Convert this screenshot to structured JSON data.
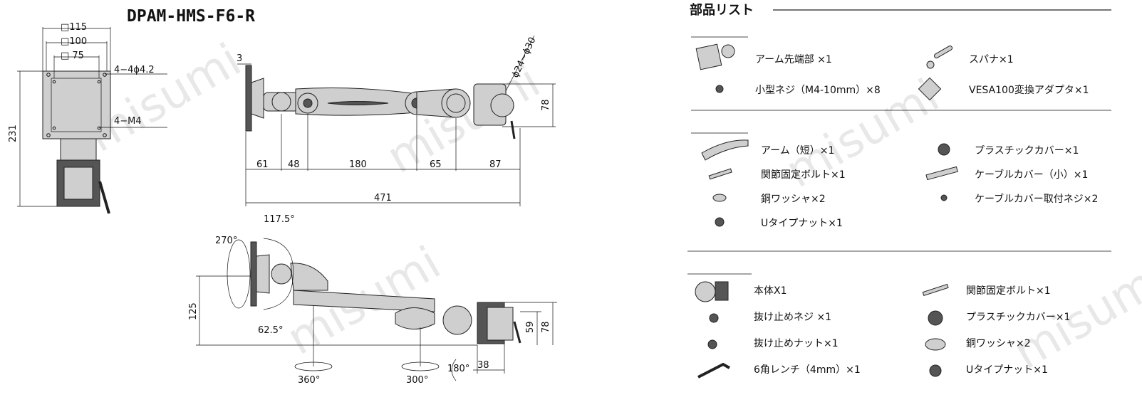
{
  "model_title": "DPAM-HMS-F6-R",
  "front_view": {
    "dims": {
      "sq115": "□115",
      "sq100": "□100",
      "sq75": "□ 75",
      "holes": "4−4ϕ4.2",
      "screws": "4−M4",
      "height": "231"
    }
  },
  "top_view": {
    "dims": {
      "plate": "3",
      "d61": "61",
      "d48": "48",
      "d180": "180",
      "d65": "65",
      "d87": "87",
      "total": "471",
      "pole": "ϕ24∼ϕ30",
      "d78": "78"
    }
  },
  "side_view": {
    "dims": {
      "a1175": "117.5°",
      "a270": "270°",
      "a625": "62.5°",
      "h125": "125",
      "h59": "59",
      "h78": "78",
      "a360": "360°",
      "a300": "300°",
      "a180": "180°",
      "w38": "38"
    }
  },
  "parts_list": {
    "heading": "部品リスト",
    "section1": [
      {
        "label": "アーム先端部 ×1",
        "icon": "arm-tip-icon"
      },
      {
        "label": "スパナ×1",
        "icon": "spanner-icon"
      },
      {
        "label": "小型ネジ（M4-10mm）×8",
        "icon": "small-screw-icon"
      },
      {
        "label": "VESA100変換アダプタ×1",
        "icon": "vesa-adapter-icon"
      }
    ],
    "section2": [
      {
        "label": "アーム（短）×1",
        "icon": "short-arm-icon"
      },
      {
        "label": "プラスチックカバー×1",
        "icon": "plastic-cover-icon"
      },
      {
        "label": "関節固定ボルト×1",
        "icon": "joint-bolt-icon"
      },
      {
        "label": "ケーブルカバー（小）×1",
        "icon": "cable-cover-icon"
      },
      {
        "label": "銅ワッシャ×2",
        "icon": "copper-washer-icon"
      },
      {
        "label": "ケーブルカバー取付ネジ×2",
        "icon": "cable-cover-screw-icon"
      },
      {
        "label": "Uタイプナット×1",
        "icon": "u-nut-icon"
      }
    ],
    "section3": [
      {
        "label": "本体X1",
        "icon": "main-body-icon"
      },
      {
        "label": "関節固定ボルト×1",
        "icon": "joint-bolt-icon"
      },
      {
        "label": "抜け止めネジ ×1",
        "icon": "retaining-screw-icon"
      },
      {
        "label": "プラスチックカバー×1",
        "icon": "plastic-cover-icon"
      },
      {
        "label": "抜け止めナット×1",
        "icon": "retaining-nut-icon"
      },
      {
        "label": "銅ワッシャ×2",
        "icon": "copper-washer-icon"
      },
      {
        "label": "6角レンチ（4mm）×1",
        "icon": "hex-wrench-icon"
      },
      {
        "label": "Uタイプナット×1",
        "icon": "u-nut-icon"
      }
    ]
  },
  "watermark": "misumi"
}
